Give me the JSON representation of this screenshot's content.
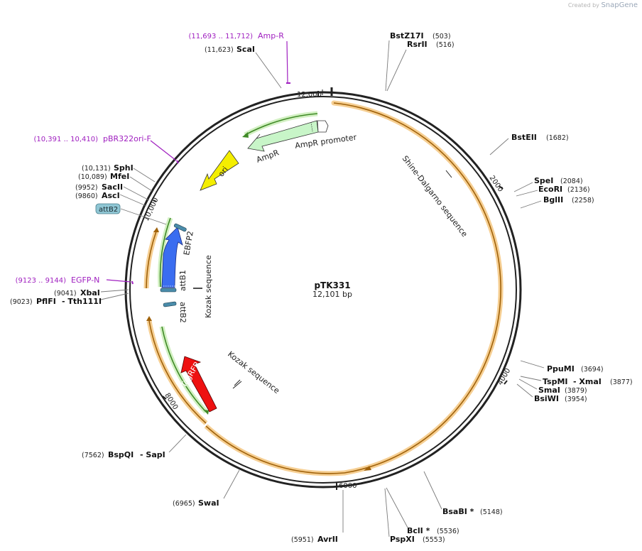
{
  "watermark": {
    "prefix": "Created by",
    "brand": "SnapGene"
  },
  "plasmid": {
    "name": "pTK331",
    "size": "12,101 bp",
    "length": 12101
  },
  "ticks": [
    {
      "label": "2000"
    },
    {
      "label": "4000"
    },
    {
      "label": "6000"
    },
    {
      "label": "8000"
    },
    {
      "label": "10,000"
    },
    {
      "label": "12,000"
    }
  ],
  "primers": [
    {
      "range": "(11,693 .. 11,712)",
      "name": "Amp-R"
    },
    {
      "range": "(10,391 .. 10,410)",
      "name": "pBR322ori-F"
    },
    {
      "range": "(9123 .. 9144)",
      "name": "EGFP-N"
    }
  ],
  "sites": [
    {
      "name": "BstZ17I",
      "pos": "(503)"
    },
    {
      "name": "RsrII",
      "pos": "(516)"
    },
    {
      "name": "BstEII",
      "pos": "(1682)"
    },
    {
      "name": "SpeI",
      "pos": "(2084)"
    },
    {
      "name": "EcoRI",
      "pos": "(2136)"
    },
    {
      "name": "BglII",
      "pos": "(2258)"
    },
    {
      "name": "PpuMI",
      "pos": "(3694)"
    },
    {
      "name": "TspMI",
      "name2": "- XmaI",
      "pos": "(3877)"
    },
    {
      "name": "SmaI",
      "pos": "(3879)"
    },
    {
      "name": "BsiWI",
      "pos": "(3954)"
    },
    {
      "name": "BsaBI *",
      "pos": "(5148)"
    },
    {
      "name": "BclI *",
      "pos": "(5536)"
    },
    {
      "name": "PspXI",
      "pos": "(5553)"
    },
    {
      "name": "AvrII",
      "pos": "(5951)"
    },
    {
      "name": "SwaI",
      "pos": "(6965)"
    },
    {
      "name": "BspQI",
      "name2": "- SapI",
      "pos": "(7562)"
    },
    {
      "name": "PflFI",
      "name2": "- Tth111I",
      "pos": "(9023)"
    },
    {
      "name": "XbaI",
      "pos": "(9041)"
    },
    {
      "name": "AscI",
      "pos": "(9860)"
    },
    {
      "name": "SacII",
      "pos": "(9952)"
    },
    {
      "name": "MfeI",
      "pos": "(10,089)"
    },
    {
      "name": "SphI",
      "pos": "(10,131)"
    },
    {
      "name": "ScaI",
      "pos": "(11,623)"
    }
  ],
  "features": {
    "shine_dalgarno": "Shine-Dalgarno sequence",
    "kozak_1": "Kozak sequence",
    "kozak_2": "Kozak sequence",
    "attB2_box": "attB2",
    "attB1": "attB1",
    "attB2": "attB2",
    "ebfp2": "EBFP2",
    "tagrfp": "TagRFP",
    "ori": "ori",
    "ampr": "AmpR",
    "ampr_promoter": "AmpR promoter"
  },
  "colors": {
    "primer": "#a020c0",
    "backbone": "#222222",
    "orange_arc": "#e8a640",
    "green_arc": "#5fae3a",
    "ebfp2": "#3a6df0",
    "tagrfp": "#ee1111",
    "ori": "#f4ee00",
    "ampr": "#c8f5c8",
    "attB_box": "#8fc6d4"
  }
}
